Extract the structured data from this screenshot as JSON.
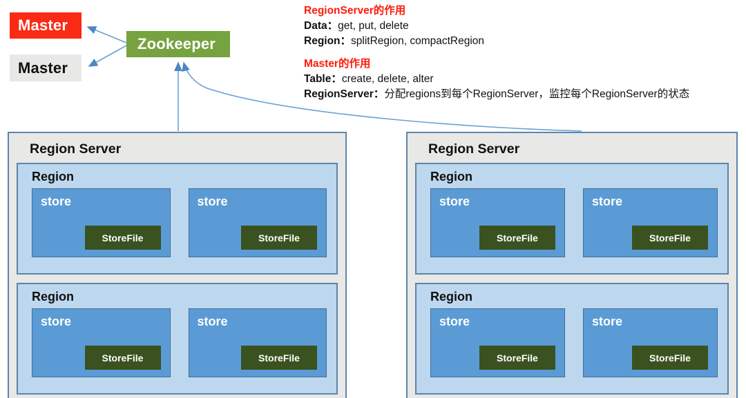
{
  "colors": {
    "master_active_bg": "#FA2A14",
    "master_standby_bg": "#E8E8E6",
    "zookeeper_bg": "#76A240",
    "region_server_bg": "#E8E8E6",
    "region_bg": "#BDD7EE",
    "store_bg": "#5B9BD5",
    "storefile_bg": "#3A5220",
    "border_blue": "#5B84AE",
    "connector_blue": "#5B9BD5",
    "heading_red": "#FF1A0A"
  },
  "nodes": {
    "master_active": "Master",
    "master_standby": "Master",
    "zookeeper": "Zookeeper"
  },
  "notes": {
    "regionserver_heading": "RegionServer的作用",
    "regionserver_lines": [
      {
        "label": "Data",
        "sep": "：",
        "value": "get, put, delete"
      },
      {
        "label": "Region",
        "sep": "：",
        "value": "splitRegion, compactRegion"
      }
    ],
    "master_heading": "Master的作用",
    "master_lines": [
      {
        "label": "Table",
        "sep": "：",
        "value": "create, delete, alter"
      },
      {
        "label": "RegionServer",
        "sep": "：",
        "value": "分配regions到每个RegionServer，监控每个RegionServer的状态"
      }
    ]
  },
  "region_servers": [
    {
      "title": "Region Server",
      "regions": [
        {
          "title": "Region",
          "stores": [
            {
              "title": "store",
              "storefile": "StoreFile"
            },
            {
              "title": "store",
              "storefile": "StoreFile"
            }
          ]
        },
        {
          "title": "Region",
          "stores": [
            {
              "title": "store",
              "storefile": "StoreFile"
            },
            {
              "title": "store",
              "storefile": "StoreFile"
            }
          ]
        }
      ]
    },
    {
      "title": "Region Server",
      "regions": [
        {
          "title": "Region",
          "stores": [
            {
              "title": "store",
              "storefile": "StoreFile"
            },
            {
              "title": "store",
              "storefile": "StoreFile"
            }
          ]
        },
        {
          "title": "Region",
          "stores": [
            {
              "title": "store",
              "storefile": "StoreFile"
            },
            {
              "title": "store",
              "storefile": "StoreFile"
            }
          ]
        }
      ]
    }
  ],
  "connectors": [
    {
      "name": "zookeeper-to-master-active",
      "from": "zookeeper",
      "to": "master_active"
    },
    {
      "name": "zookeeper-to-master-standby",
      "from": "zookeeper",
      "to": "master_standby"
    },
    {
      "name": "region-server-left-to-zookeeper",
      "from": "region_server_left",
      "to": "zookeeper"
    },
    {
      "name": "region-server-right-to-zookeeper",
      "from": "region_server_right",
      "to": "zookeeper"
    }
  ]
}
